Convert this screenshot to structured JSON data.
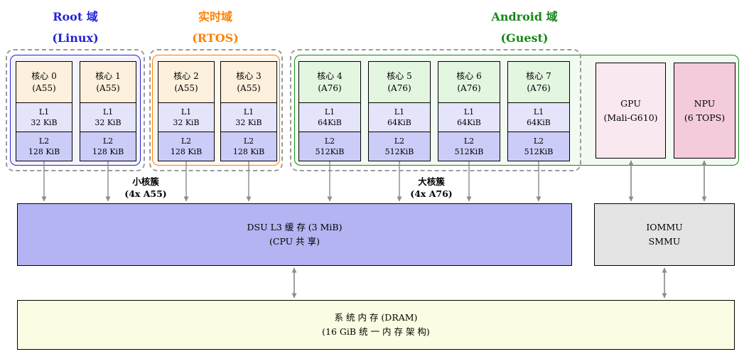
{
  "domains": [
    {
      "id": "root",
      "title_line1": "Root 域",
      "title_line2": "(Linux)"
    },
    {
      "id": "rtos",
      "title_line1": "实时域",
      "title_line2": "(RTOS)"
    },
    {
      "id": "android",
      "title_line1": "Android 域",
      "title_line2": "(Guest)"
    }
  ],
  "cores": [
    {
      "name": "核心 0",
      "arch": "(A55)",
      "l1_label": "L1",
      "l1_size": "32 KiB",
      "l2_label": "L2",
      "l2_size": "128 KiB"
    },
    {
      "name": "核心 1",
      "arch": "(A55)",
      "l1_label": "L1",
      "l1_size": "32 KiB",
      "l2_label": "L2",
      "l2_size": "128 KiB"
    },
    {
      "name": "核心 2",
      "arch": "(A55)",
      "l1_label": "L1",
      "l1_size": "32 KiB",
      "l2_label": "L2",
      "l2_size": "128 KiB"
    },
    {
      "name": "核心 3",
      "arch": "(A55)",
      "l1_label": "L1",
      "l1_size": "32 KiB",
      "l2_label": "L2",
      "l2_size": "128 KiB"
    },
    {
      "name": "核心 4",
      "arch": "(A76)",
      "l1_label": "L1",
      "l1_size": "64KiB",
      "l2_label": "L2",
      "l2_size": "512KiB"
    },
    {
      "name": "核心 5",
      "arch": "(A76)",
      "l1_label": "L1",
      "l1_size": "64KiB",
      "l2_label": "L2",
      "l2_size": "512KiB"
    },
    {
      "name": "核心 6",
      "arch": "(A76)",
      "l1_label": "L1",
      "l1_size": "64KiB",
      "l2_label": "L2",
      "l2_size": "512KiB"
    },
    {
      "name": "核心 7",
      "arch": "(A76)",
      "l1_label": "L1",
      "l1_size": "64KiB",
      "l2_label": "L2",
      "l2_size": "512KiB"
    }
  ],
  "accelerators": [
    {
      "line1": "GPU",
      "line2": "(Mali-G610)"
    },
    {
      "line1": "NPU",
      "line2": "(6 TOPS)"
    }
  ],
  "cluster_labels": [
    {
      "line1": "小核簇",
      "line2": "(4x A55)"
    },
    {
      "line1": "大核簇",
      "line2": "(4x A76)"
    }
  ],
  "l3": {
    "line1": "DSU L3 缓 存 (3 MiB)",
    "line2": "(CPU 共 享)"
  },
  "iommu": {
    "line1": "IOMMU",
    "line2": "SMMU"
  },
  "dram": {
    "line1": "系 统 内 存 (DRAM)",
    "line2": "(16 GiB 统 一 内 存 架 构)"
  },
  "colors": {
    "root_accent": "#2323d7",
    "rtos_accent": "#ff8000",
    "android_accent": "#178717",
    "little_core_fill": "#fdf0dc",
    "big_core_fill": "#e2f6e0",
    "l1_fill": "#e4e4fb",
    "l2_fill": "#ccccf8",
    "l3_fill": "#b4b4f2",
    "gpu_fill": "#f9e8f0",
    "npu_fill": "#f4cbdc",
    "iommu_fill": "#e4e4e4",
    "dram_fill": "#fcfce3",
    "dashed_border": "#9b9b9b",
    "arrow": "#8c8c8c"
  }
}
